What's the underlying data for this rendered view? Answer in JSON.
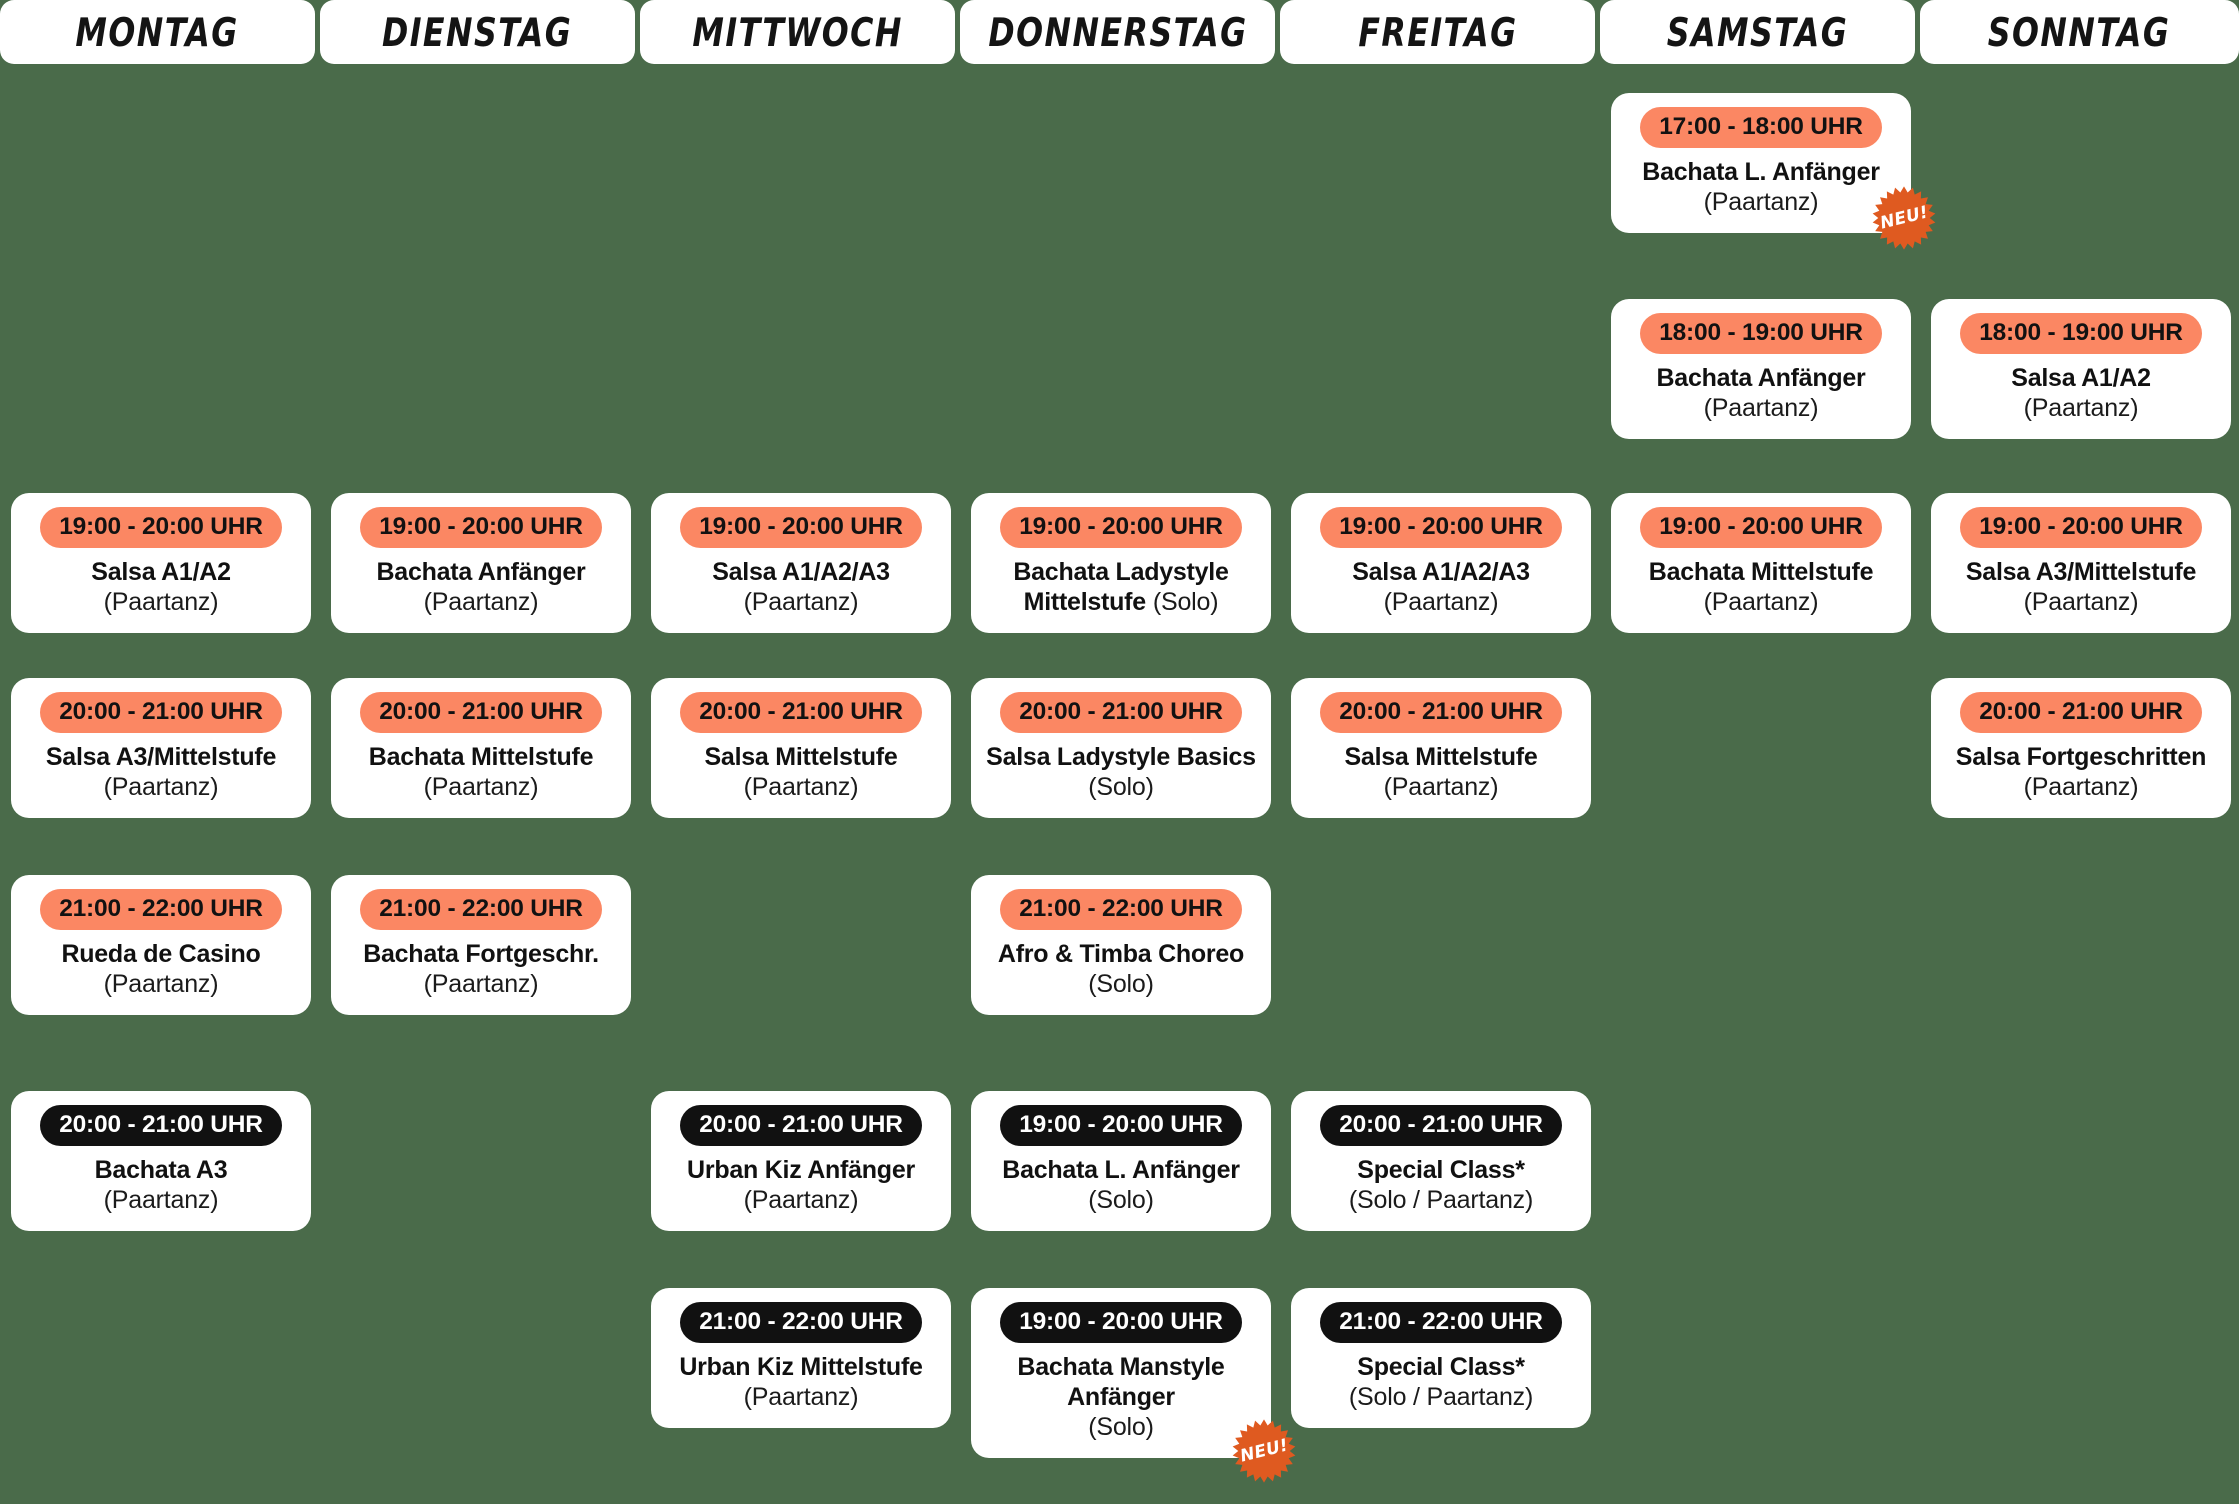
{
  "meta": {
    "background_color": "#4a6b4a",
    "card_color": "#ffffff",
    "pill_orange": "#fb8763",
    "pill_dark": "#111111",
    "badge_orange": "#df5a20"
  },
  "days": [
    {
      "key": "montag",
      "label": "MONTAG"
    },
    {
      "key": "dienstag",
      "label": "DIENSTAG"
    },
    {
      "key": "mittwoch",
      "label": "MITTWOCH"
    },
    {
      "key": "donnerstag",
      "label": "DONNERSTAG"
    },
    {
      "key": "freitag",
      "label": "FREITAG"
    },
    {
      "key": "samstag",
      "label": "SAMSTAG"
    },
    {
      "key": "sonntag",
      "label": "SONNTAG"
    }
  ],
  "badges": {
    "neu_label": "NEU!"
  },
  "classes": [
    {
      "id": "c01",
      "day": 5,
      "col": 5,
      "row": 0,
      "time": "17:00 - 18:00 UHR",
      "pill": "orange",
      "title": "Bachata L. Anfänger",
      "mode": "(Paartanz)",
      "mode_inline": false,
      "badge": "NEU!"
    },
    {
      "id": "c02",
      "day": 5,
      "col": 5,
      "row": 1,
      "time": "18:00 - 19:00 UHR",
      "pill": "orange",
      "title": "Bachata Anfänger",
      "mode": "(Paartanz)",
      "mode_inline": false,
      "badge": null
    },
    {
      "id": "c03",
      "day": 6,
      "col": 6,
      "row": 1,
      "time": "18:00 - 19:00 UHR",
      "pill": "orange",
      "title": "Salsa A1/A2",
      "mode": "(Paartanz)",
      "mode_inline": false,
      "badge": null
    },
    {
      "id": "c04",
      "day": 0,
      "col": 0,
      "row": 2,
      "time": "19:00 - 20:00 UHR",
      "pill": "orange",
      "title": "Salsa A1/A2",
      "mode": "(Paartanz)",
      "mode_inline": false,
      "badge": null
    },
    {
      "id": "c05",
      "day": 1,
      "col": 1,
      "row": 2,
      "time": "19:00 - 20:00 UHR",
      "pill": "orange",
      "title": "Bachata Anfänger",
      "mode": "(Paartanz)",
      "mode_inline": false,
      "badge": null
    },
    {
      "id": "c06",
      "day": 2,
      "col": 2,
      "row": 2,
      "time": "19:00 - 20:00 UHR",
      "pill": "orange",
      "title": "Salsa A1/A2/A3",
      "mode": "(Paartanz)",
      "mode_inline": false,
      "badge": null
    },
    {
      "id": "c07",
      "day": 3,
      "col": 3,
      "row": 2,
      "time": "19:00 - 20:00 UHR",
      "pill": "orange",
      "title": "Bachata Ladystyle Mittelstufe",
      "mode": "(Solo)",
      "mode_inline": true,
      "badge": null
    },
    {
      "id": "c08",
      "day": 4,
      "col": 4,
      "row": 2,
      "time": "19:00 - 20:00 UHR",
      "pill": "orange",
      "title": "Salsa A1/A2/A3",
      "mode": "(Paartanz)",
      "mode_inline": false,
      "badge": null
    },
    {
      "id": "c09",
      "day": 5,
      "col": 5,
      "row": 2,
      "time": "19:00 - 20:00 UHR",
      "pill": "orange",
      "title": "Bachata Mittelstufe",
      "mode": "(Paartanz)",
      "mode_inline": false,
      "badge": null
    },
    {
      "id": "c10",
      "day": 6,
      "col": 6,
      "row": 2,
      "time": "19:00 - 20:00 UHR",
      "pill": "orange",
      "title": "Salsa A3/Mittelstufe",
      "mode": "(Paartanz)",
      "mode_inline": false,
      "badge": null
    },
    {
      "id": "c11",
      "day": 0,
      "col": 0,
      "row": 3,
      "time": "20:00 - 21:00 UHR",
      "pill": "orange",
      "title": "Salsa A3/Mittelstufe",
      "mode": "(Paartanz)",
      "mode_inline": false,
      "badge": null
    },
    {
      "id": "c12",
      "day": 1,
      "col": 1,
      "row": 3,
      "time": "20:00 - 21:00 UHR",
      "pill": "orange",
      "title": "Bachata Mittelstufe",
      "mode": "(Paartanz)",
      "mode_inline": false,
      "badge": null
    },
    {
      "id": "c13",
      "day": 2,
      "col": 2,
      "row": 3,
      "time": "20:00 - 21:00 UHR",
      "pill": "orange",
      "title": "Salsa Mittelstufe",
      "mode": "(Paartanz)",
      "mode_inline": false,
      "badge": null
    },
    {
      "id": "c14",
      "day": 3,
      "col": 3,
      "row": 3,
      "time": "20:00 - 21:00 UHR",
      "pill": "orange",
      "title": "Salsa Ladystyle Basics",
      "mode": "(Solo)",
      "mode_inline": false,
      "badge": null
    },
    {
      "id": "c15",
      "day": 4,
      "col": 4,
      "row": 3,
      "time": "20:00 - 21:00 UHR",
      "pill": "orange",
      "title": "Salsa Mittelstufe",
      "mode": "(Paartanz)",
      "mode_inline": false,
      "badge": null
    },
    {
      "id": "c16",
      "day": 6,
      "col": 6,
      "row": 3,
      "time": "20:00 - 21:00 UHR",
      "pill": "orange",
      "title": "Salsa Fortgeschritten",
      "mode": "(Paartanz)",
      "mode_inline": false,
      "badge": null
    },
    {
      "id": "c17",
      "day": 0,
      "col": 0,
      "row": 4,
      "time": "21:00 - 22:00 UHR",
      "pill": "orange",
      "title": "Rueda de Casino",
      "mode": "(Paartanz)",
      "mode_inline": false,
      "badge": null
    },
    {
      "id": "c18",
      "day": 1,
      "col": 1,
      "row": 4,
      "time": "21:00 - 22:00 UHR",
      "pill": "orange",
      "title": "Bachata Fortgeschr.",
      "mode": "(Paartanz)",
      "mode_inline": false,
      "badge": null
    },
    {
      "id": "c19",
      "day": 3,
      "col": 3,
      "row": 4,
      "time": "21:00 - 22:00 UHR",
      "pill": "orange",
      "title": "Afro & Timba Choreo",
      "mode": "(Solo)",
      "mode_inline": false,
      "badge": null
    },
    {
      "id": "c20",
      "day": 0,
      "col": 0,
      "row": 5,
      "time": "20:00 - 21:00 UHR",
      "pill": "dark",
      "title": "Bachata A3",
      "mode": "(Paartanz)",
      "mode_inline": false,
      "badge": null
    },
    {
      "id": "c21",
      "day": 2,
      "col": 2,
      "row": 5,
      "time": "20:00 - 21:00 UHR",
      "pill": "dark",
      "title": "Urban Kiz Anfänger",
      "mode": "(Paartanz)",
      "mode_inline": false,
      "badge": null
    },
    {
      "id": "c22",
      "day": 3,
      "col": 3,
      "row": 5,
      "time": "19:00 - 20:00 UHR",
      "pill": "dark",
      "title": "Bachata L. Anfänger",
      "mode": "(Solo)",
      "mode_inline": false,
      "badge": null
    },
    {
      "id": "c23",
      "day": 4,
      "col": 4,
      "row": 5,
      "time": "20:00 - 21:00 UHR",
      "pill": "dark",
      "title": "Special Class*",
      "mode": "(Solo / Paartanz)",
      "mode_inline": false,
      "badge": null
    },
    {
      "id": "c24",
      "day": 2,
      "col": 2,
      "row": 6,
      "time": "21:00 - 22:00 UHR",
      "pill": "dark",
      "title": "Urban Kiz Mittelstufe",
      "mode": "(Paartanz)",
      "mode_inline": false,
      "badge": null
    },
    {
      "id": "c25",
      "day": 3,
      "col": 3,
      "row": 6,
      "time": "19:00 - 20:00 UHR",
      "pill": "dark",
      "title": "Bachata Manstyle Anfänger",
      "mode": "(Solo)",
      "mode_inline": false,
      "badge": "NEU!"
    },
    {
      "id": "c26",
      "day": 4,
      "col": 4,
      "row": 6,
      "time": "21:00 - 22:00 UHR",
      "pill": "dark",
      "title": "Special Class*",
      "mode": "(Solo / Paartanz)",
      "mode_inline": false,
      "badge": null
    }
  ]
}
